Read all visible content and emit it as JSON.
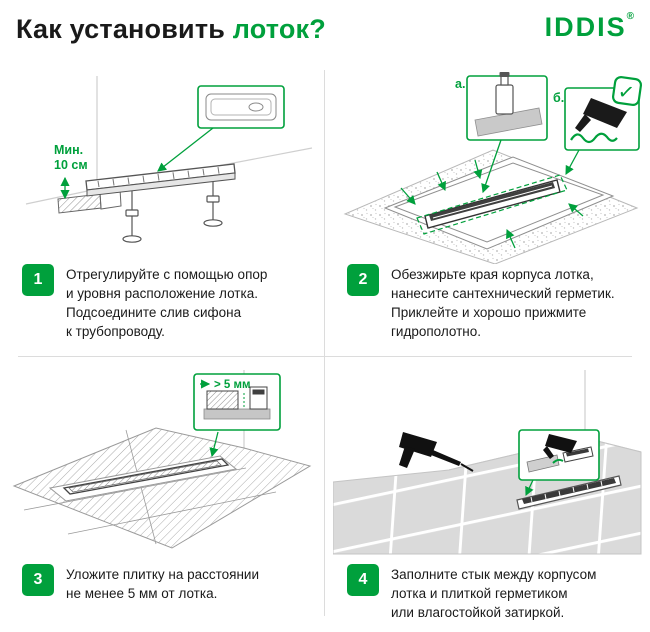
{
  "colors": {
    "accent": "#00A03C",
    "text": "#1a1a1a",
    "divider": "#dcdcdc"
  },
  "header": {
    "title_prefix": "Как установить ",
    "title_accent": "лоток?",
    "brand": "IDDIS",
    "brand_mark": "®"
  },
  "steps": [
    {
      "number": "1",
      "lines": [
        "Отрегулируйте с помощью опор",
        "и уровня расположение лотка.",
        "Подсоедините слив сифона",
        "к трубопроводу."
      ]
    },
    {
      "number": "2",
      "lines": [
        "Обезжирьте края корпуса лотка,",
        "нанесите сантехнический герметик.",
        "Приклейте и хорошо прижмите",
        "гидрополотно."
      ]
    },
    {
      "number": "3",
      "lines": [
        "Уложите плитку на расстоянии",
        "не менее 5 мм от лотка."
      ]
    },
    {
      "number": "4",
      "lines": [
        "Заполните стык между корпусом",
        "лотка и плиткой герметиком",
        "или влагостойкой затиркой."
      ]
    }
  ],
  "annotations": {
    "min_line1": "Мин.",
    "min_line2": "10 см",
    "label_a": "а.",
    "label_b": "б.",
    "gap_label": "> 5 мм",
    "check_icon": "✓"
  }
}
